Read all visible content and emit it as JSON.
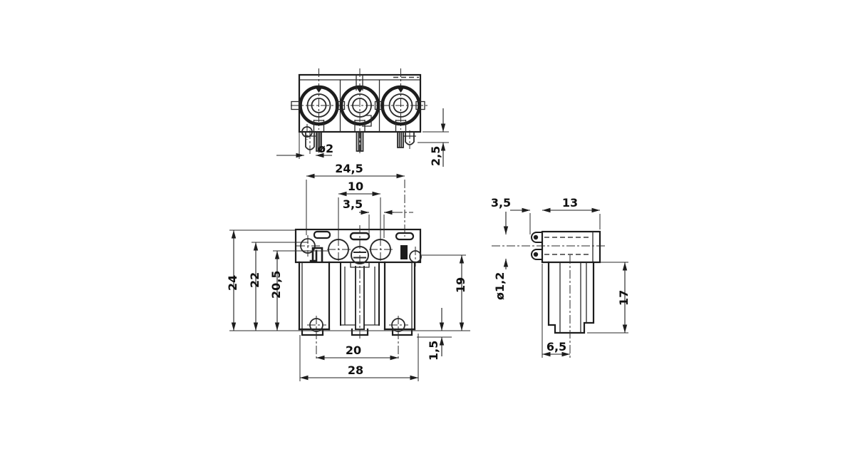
{
  "drawing": {
    "background": "#ffffff",
    "line_color": "#1d1d1d",
    "views": {
      "top": {
        "title": "top-view",
        "dims": {
          "pin_diameter": "ø2",
          "pin_protrusion": "2,5"
        }
      },
      "front": {
        "title": "front-view",
        "dims": {
          "width_top": "24,5",
          "hole_pitch_top": "10",
          "slot_offset": "3,5",
          "height_total": "24",
          "height_body": "22",
          "height_inner": "20,5",
          "height_right": "19",
          "foot_height": "1,5",
          "hole_pitch_bottom": "20",
          "width_bottom": "28"
        }
      },
      "side": {
        "title": "side-view",
        "dims": {
          "tab_offset": "3,5",
          "depth_top": "13",
          "tab_diameter": "ø1,2",
          "body_height": "17",
          "depth_bottom": "6,5"
        }
      }
    }
  }
}
